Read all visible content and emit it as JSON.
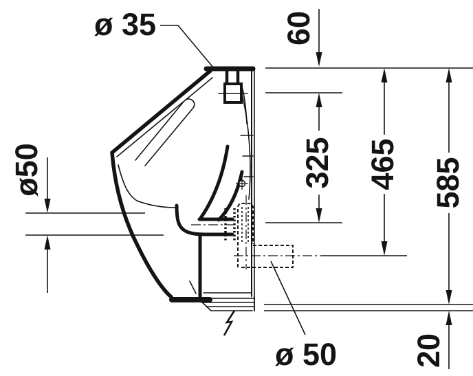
{
  "page": {
    "background": "#ffffff",
    "line_color": "#141414"
  },
  "drawing": {
    "name": "urinal-side-elevation-installation-drawing",
    "dimensions": {
      "inlet_diameter": "ø 35",
      "bowl_outlet_diameter": "ø50",
      "top_to_inlet": "60",
      "inlet_to_outlet_drop": "325",
      "outlet_centre_height": "465",
      "overall_height": "585",
      "floor_offset": "20",
      "waste_pipe_diameter": "ø 50"
    },
    "symbols": {
      "flash": "electrical-connection-flash",
      "crosshair": "fixing-point-mark"
    }
  }
}
